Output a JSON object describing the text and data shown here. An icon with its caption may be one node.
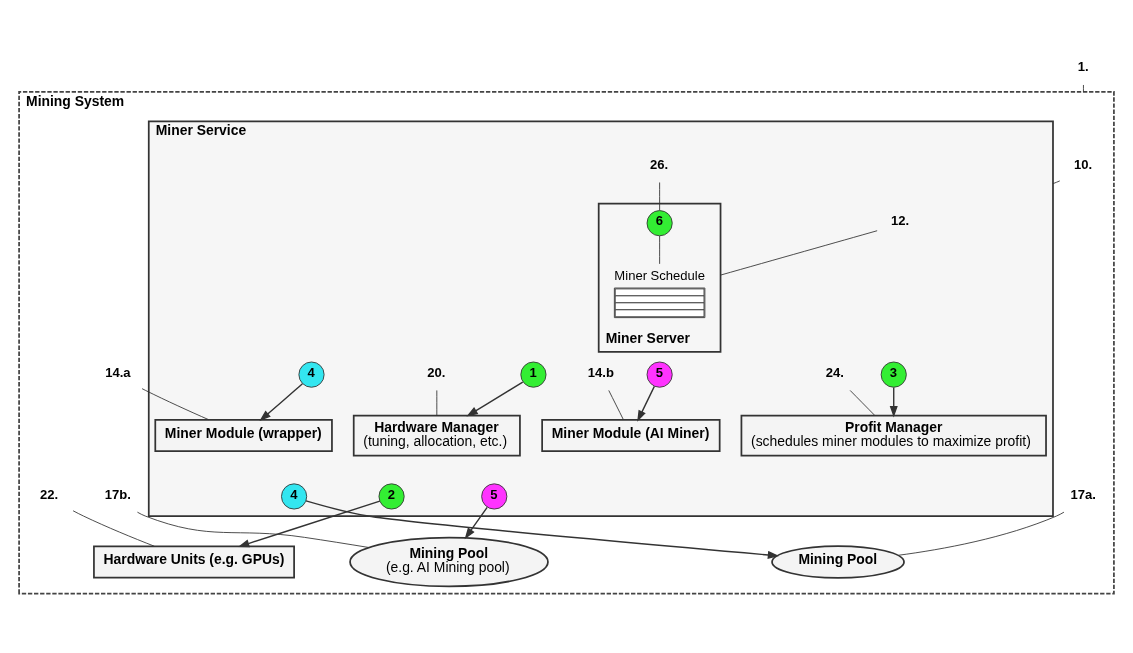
{
  "diagram": {
    "nodes": [
      {
        "text": [
          "Mining System"
        ]
      },
      {
        "text": [
          "1."
        ]
      },
      {
        "text": [
          "Miner Service"
        ],
        "in": 0
      },
      {
        "text": [
          "10."
        ],
        "in": 0
      },
      {
        "text": [
          "Miner Server"
        ],
        "in": 2
      },
      {
        "text": [
          "Miner Schedule"
        ],
        "in": 4
      },
      {
        "text": [
          "12."
        ],
        "in": 2
      },
      {
        "text": [
          "26."
        ],
        "in": 2
      },
      {
        "text": [
          "6"
        ],
        "in": 4
      },
      {
        "text": [
          "4"
        ],
        "in": 2
      },
      {
        "text": [
          "5"
        ],
        "in": 2
      },
      {
        "text": [
          "3"
        ],
        "in": 2
      },
      {
        "text": [
          "1"
        ],
        "in": 2
      },
      {
        "text": [
          "Miner Module (wrapper)"
        ],
        "in": 2
      },
      {
        "text": [
          "4"
        ],
        "in": 2
      },
      {
        "text": [
          "14.a"
        ],
        "in": 0
      },
      {
        "text": [
          "Miner Module (AI Miner)"
        ],
        "in": 2
      },
      {
        "text": [
          "5"
        ],
        "in": 2
      },
      {
        "text": [
          "14.b"
        ],
        "in": 2
      },
      {
        "text": [
          "Profit Manager",
          "(schedules miner modules to maximize profit)"
        ],
        "in": 2
      },
      {
        "text": [
          "24."
        ],
        "in": 2
      },
      {
        "text": [
          "Hardware Manager",
          "(tuning, allocation, etc.)"
        ],
        "in": 2
      },
      {
        "text": [
          "20."
        ],
        "in": 2
      },
      {
        "text": [
          "2"
        ],
        "in": 2
      },
      {
        "text": [
          "Mining Pool"
        ],
        "in": 0
      },
      {
        "text": [
          "17a."
        ],
        "in": 0
      },
      {
        "text": [
          "Mining Pool",
          "(e.g. AI Mining pool)"
        ],
        "in": 0
      },
      {
        "text": [
          "17b."
        ],
        "in": 0
      },
      {
        "text": [
          "Hardware Units (e.g. GPUs)"
        ],
        "in": 0
      },
      {
        "text": [
          "22."
        ],
        "in": 0
      }
    ],
    "edges": [
      {
        "from": 1,
        "to": 0,
        "arrow": "none"
      },
      {
        "from": 3,
        "to": 2,
        "arrow": "none"
      },
      {
        "from": 6,
        "to": 4,
        "arrow": "none"
      },
      {
        "from": 7,
        "to": 8,
        "arrow": "none"
      },
      {
        "from": 8,
        "to": 5,
        "arrow": "none"
      },
      {
        "from": 9,
        "to": 13,
        "arrow": "to"
      },
      {
        "from": 10,
        "to": 16,
        "arrow": "to"
      },
      {
        "from": 11,
        "to": 19,
        "arrow": "to"
      },
      {
        "from": 12,
        "to": 21,
        "arrow": "to"
      },
      {
        "from": 15,
        "to": 13,
        "arrow": "none"
      },
      {
        "from": 18,
        "to": 16,
        "arrow": "none"
      },
      {
        "from": 20,
        "to": 19,
        "arrow": "none"
      },
      {
        "from": 22,
        "to": 21,
        "arrow": "none"
      },
      {
        "from": 14,
        "to": 24,
        "arrow": "to"
      },
      {
        "from": 25,
        "to": 24,
        "arrow": "none"
      },
      {
        "from": 17,
        "to": 26,
        "arrow": "to"
      },
      {
        "from": 27,
        "to": 26,
        "arrow": "none"
      },
      {
        "from": 23,
        "to": 28,
        "arrow": "to"
      },
      {
        "from": 29,
        "to": 28,
        "arrow": "none"
      }
    ]
  }
}
